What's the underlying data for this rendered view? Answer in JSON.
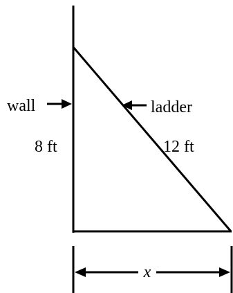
{
  "diagram": {
    "labels": {
      "wall": "wall",
      "ladder": "ladder",
      "wall_height": "8 ft",
      "ladder_length": "12 ft",
      "base_distance": "x"
    },
    "colors": {
      "stroke": "#000000",
      "background": "#ffffff"
    }
  }
}
